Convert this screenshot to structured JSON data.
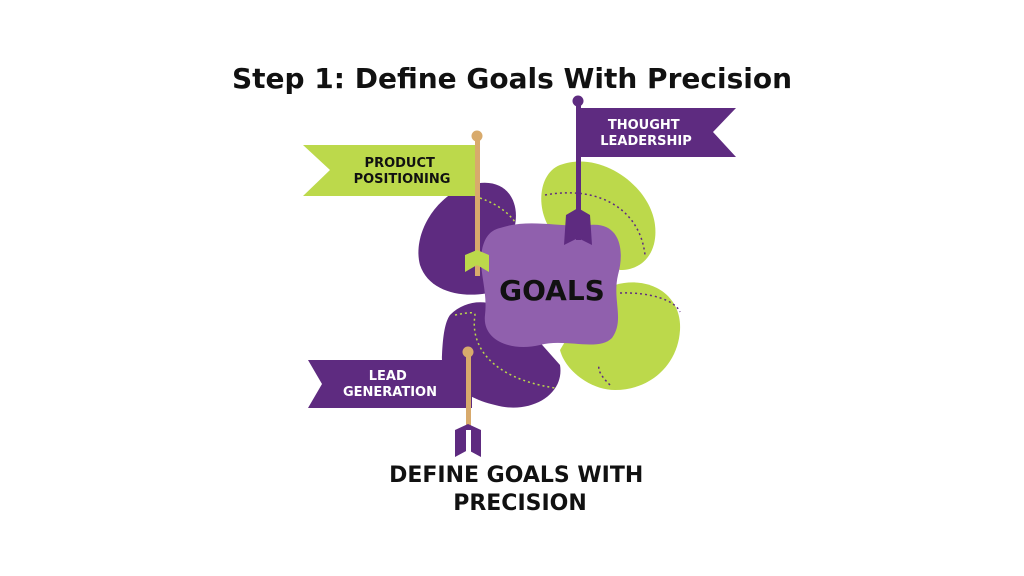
{
  "title": "Step 1: Define Goals With Precision",
  "center_label": "GOALS",
  "flags": {
    "product_positioning": [
      "PRODUCT",
      "POSITIONING"
    ],
    "thought_leadership": [
      "THOUGHT",
      "LEADERSHIP"
    ],
    "lead_generation": [
      "LEAD",
      "GENERATION"
    ]
  },
  "caption": [
    "DEFINE GOALS WITH",
    "PRECISION"
  ],
  "colors": {
    "dark_purple": "#5e2b80",
    "light_purple": "#9060ad",
    "green": "#bcd94b",
    "tan": "#d8aa6c",
    "text": "#111111"
  }
}
